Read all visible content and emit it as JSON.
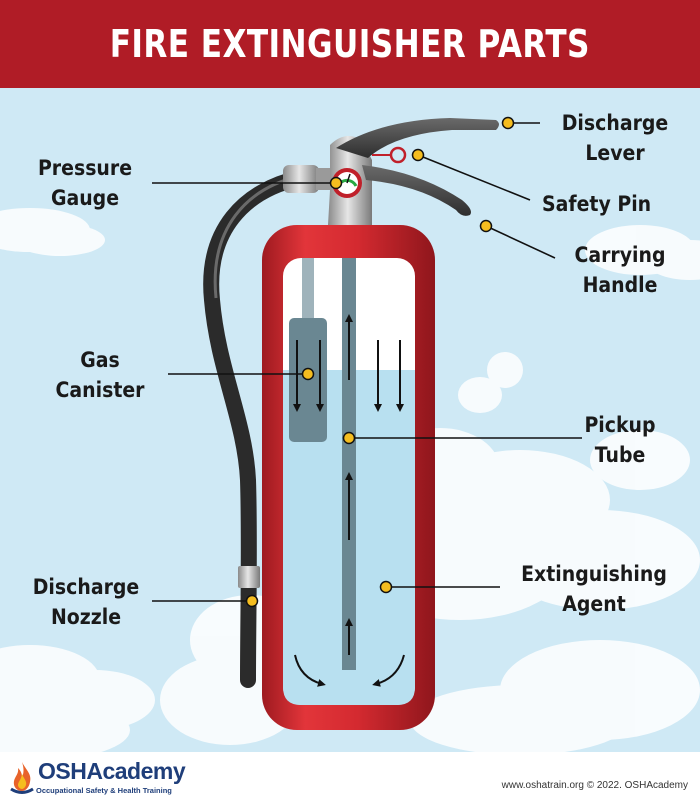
{
  "title": "FIRE EXTINGUISHER PARTS",
  "labels": {
    "pressure_gauge": [
      "Pressure",
      "Gauge"
    ],
    "gas_canister": [
      "Gas",
      "Canister"
    ],
    "discharge_nozzle": [
      "Discharge",
      "Nozzle"
    ],
    "discharge_lever": [
      "Discharge",
      "Lever"
    ],
    "safety_pin": [
      "Safety Pin"
    ],
    "carrying_handle": [
      "Carrying",
      "Handle"
    ],
    "pickup_tube": [
      "Pickup",
      "Tube"
    ],
    "extinguishing_agent": [
      "Extinguishing",
      "Agent"
    ]
  },
  "footer": {
    "logo_name": "OSHAcademy",
    "logo_subtitle": "Occupational Safety & Health Training",
    "credit": "www.oshatrain.org © 2022. OSHAcademy"
  },
  "colors": {
    "title_bar": "#b01c26",
    "background": "#cfe9f5",
    "cylinder_red": "#d42a30",
    "agent_blue": "#b8e0f0",
    "marker_dot": "#f5bd1f"
  }
}
